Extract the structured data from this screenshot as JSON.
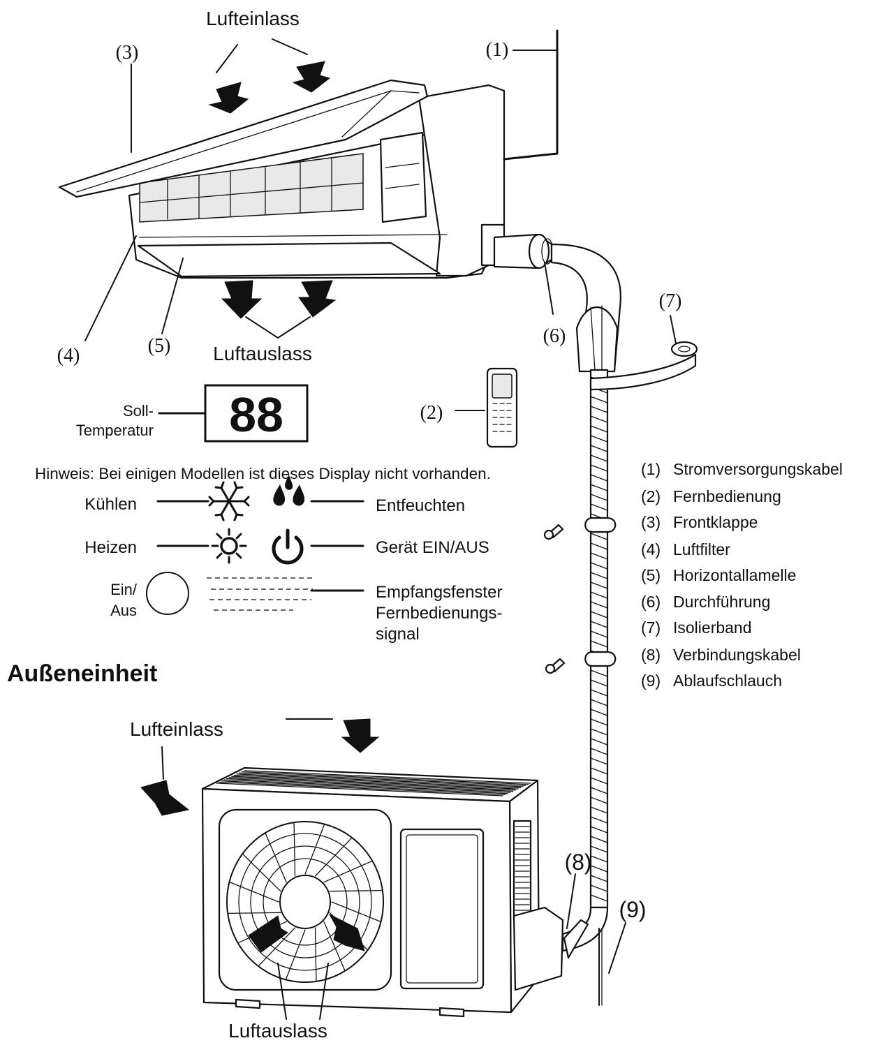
{
  "indoor": {
    "air_inlet": "Lufteinlass",
    "air_outlet": "Luftauslass",
    "callouts": {
      "c1": "(1)",
      "c2": "(2)",
      "c3": "(3)",
      "c4": "(4)",
      "c5": "(5)",
      "c6": "(6)",
      "c7": "(7)",
      "c8": "(8)",
      "c9": "(9)"
    }
  },
  "display_panel": {
    "set_temp_line1": "Soll-",
    "set_temp_line2": "Temperatur",
    "digits": "88",
    "note": "Hinweis: Bei einigen Modellen ist dieses Display nicht vorhanden.",
    "cooling": "Kühlen",
    "dehumidify": "Entfeuchten",
    "heating": "Heizen",
    "power": "Gerät EIN/AUS",
    "onoff_line1": "Ein/",
    "onoff_line2": "Aus",
    "receiver_line1": "Empfangsfenster",
    "receiver_line2": "Fernbedienungs-",
    "receiver_line3": "signal"
  },
  "outdoor": {
    "heading": "Außeneinheit",
    "air_inlet": "Lufteinlass",
    "air_outlet": "Luftauslass"
  },
  "legend": [
    {
      "num": "(1)",
      "label": "Stromversorgungskabel"
    },
    {
      "num": "(2)",
      "label": "Fernbedienung"
    },
    {
      "num": "(3)",
      "label": "Frontklappe"
    },
    {
      "num": "(4)",
      "label": "Luftfilter"
    },
    {
      "num": "(5)",
      "label": "Horizontallamelle"
    },
    {
      "num": "(6)",
      "label": "Durchführung"
    },
    {
      "num": "(7)",
      "label": "Isolierband"
    },
    {
      "num": "(8)",
      "label": "Verbindungskabel"
    },
    {
      "num": "(9)",
      "label": "Ablaufschlauch"
    }
  ]
}
